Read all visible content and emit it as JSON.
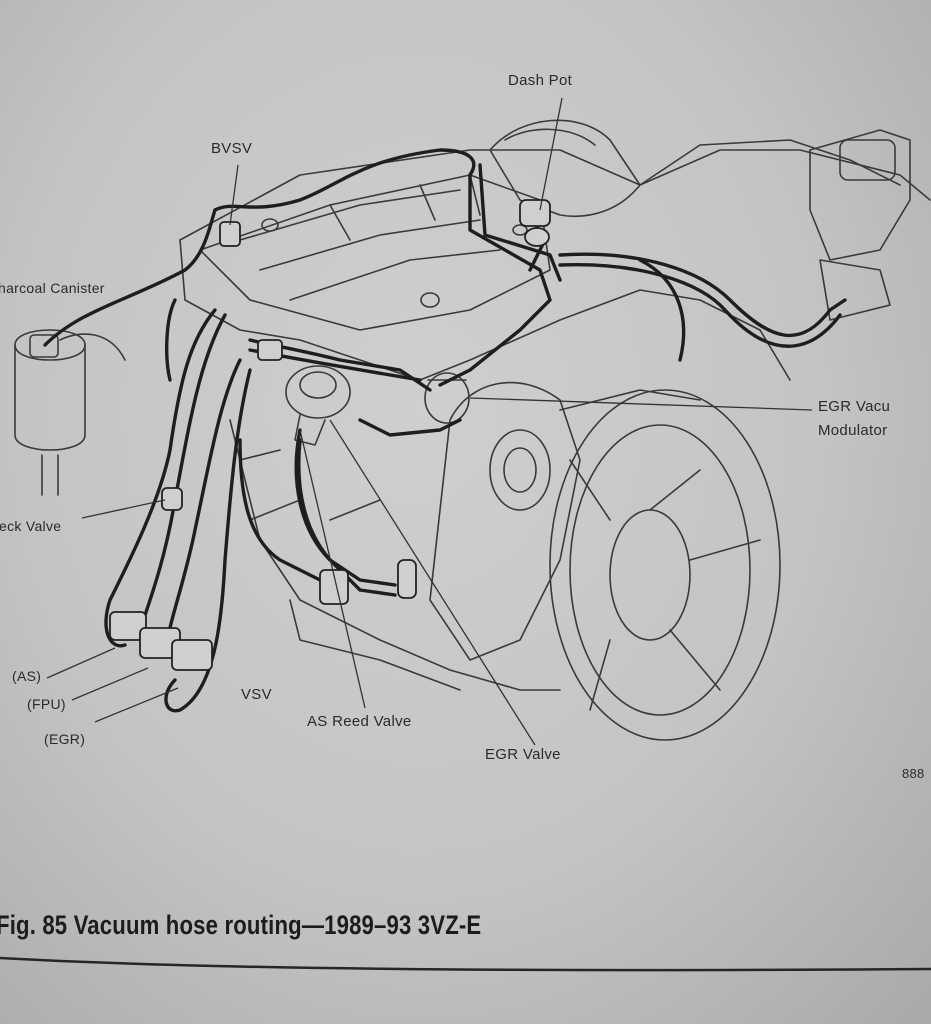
{
  "labels": {
    "dash_pot": "Dash Pot",
    "bvsv": "BVSV",
    "charcoal_canister": "harcoal Canister",
    "egr_vacuum_modulator_l1": "EGR Vacu",
    "egr_vacuum_modulator_l2": "Modulator",
    "check_valve": "eck Valve",
    "as": "(AS)",
    "fpu": "(FPU)",
    "egr": "(EGR)",
    "vsv": "VSV",
    "as_reed_valve": "AS Reed Valve",
    "egr_valve": "EGR Valve",
    "page_ref": "888"
  },
  "caption": "Fig. 85 Vacuum hose routing—1989–93 3VZ-E",
  "colors": {
    "ink": "#2a2a2a",
    "paper": "#c6c6c6",
    "hose": "#1e1e1e"
  }
}
